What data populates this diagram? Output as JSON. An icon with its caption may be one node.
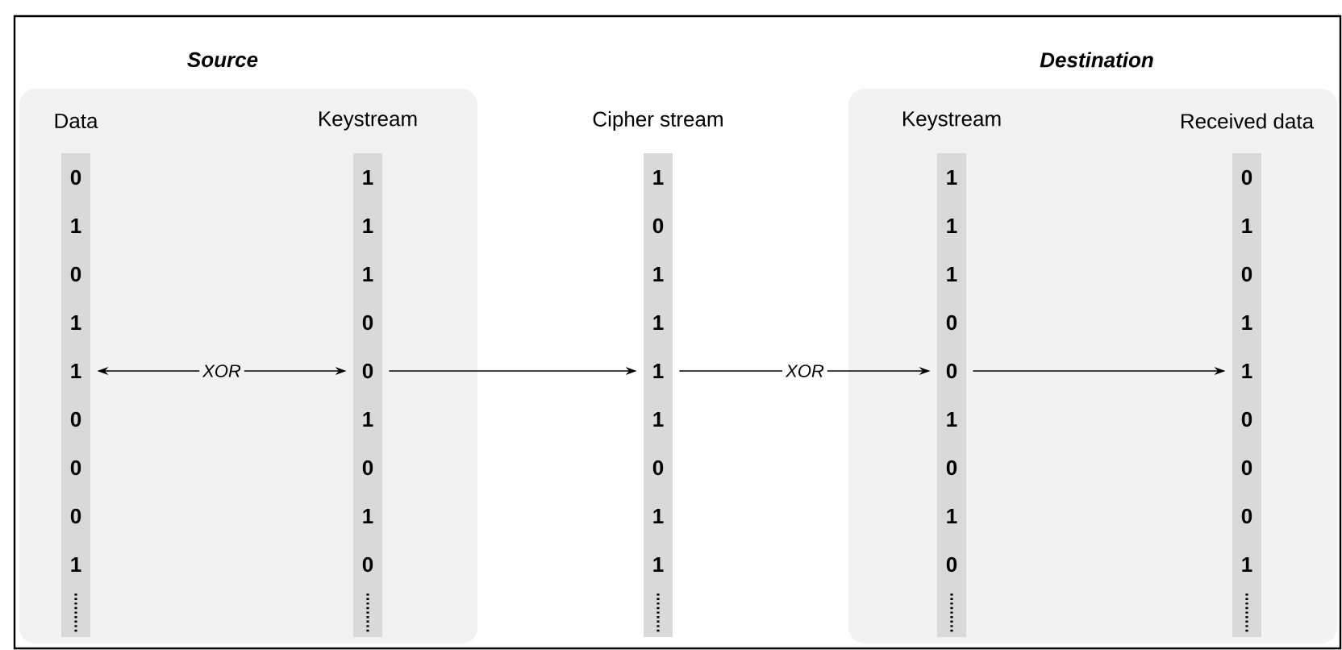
{
  "diagram": {
    "nodes": [
      {
        "text": [
          "Source"
        ]
      },
      {
        "text": [
          "Data",
          "0",
          "1",
          "0",
          "1",
          "1",
          "0",
          "0",
          "0",
          "1"
        ],
        "in": 0
      },
      {
        "text": [
          "Keystream",
          "1",
          "1",
          "1",
          "0",
          "0",
          "1",
          "0",
          "1",
          "0"
        ],
        "in": 0
      },
      {
        "text": [
          "Cipher stream",
          "1",
          "0",
          "1",
          "1",
          "1",
          "1",
          "0",
          "1",
          "1"
        ]
      },
      {
        "text": [
          "Destination"
        ]
      },
      {
        "text": [
          "Keystream",
          "1",
          "1",
          "1",
          "0",
          "0",
          "1",
          "0",
          "1",
          "0"
        ],
        "in": 4
      },
      {
        "text": [
          "Received data",
          "0",
          "1",
          "0",
          "1",
          "1",
          "0",
          "0",
          "0",
          "1"
        ],
        "in": 4
      }
    ],
    "edges": [
      {
        "from": 1,
        "to": 2,
        "arrow": "both",
        "label": "XOR"
      },
      {
        "from": 2,
        "to": 3,
        "arrow": "to"
      },
      {
        "from": 3,
        "to": 5,
        "arrow": "to",
        "label": "XOR"
      },
      {
        "from": 5,
        "to": 6,
        "arrow": "to"
      }
    ]
  }
}
